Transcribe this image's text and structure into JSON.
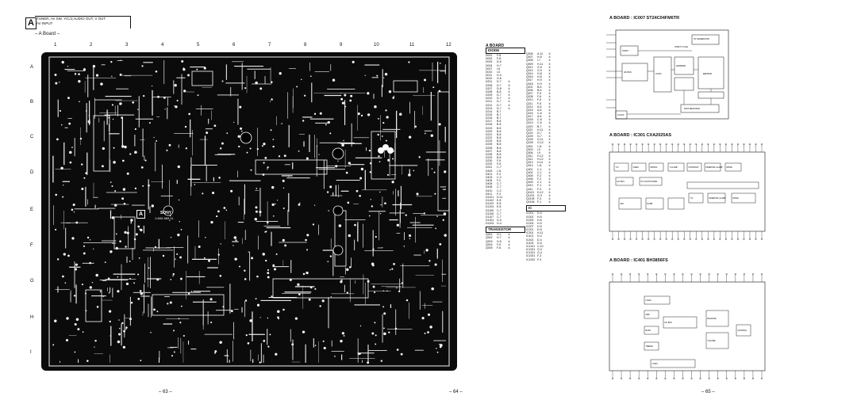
{
  "header": {
    "box_letter": "A",
    "lines": [
      "TUNER, AV SW, Y/C/J,AUDIO OUT, V OUT",
      "AV INPUT"
    ],
    "subtitle": "– A Board –"
  },
  "grid": {
    "columns": [
      "1",
      "2",
      "3",
      "4",
      "5",
      "6",
      "7",
      "8",
      "9",
      "10",
      "11",
      "12"
    ],
    "rows": [
      "A",
      "B",
      "C",
      "D",
      "E",
      "F",
      "G",
      "H",
      "I"
    ]
  },
  "board_marks": {
    "logo": "SONY",
    "part": "1-693-569-11",
    "corner_label": "A"
  },
  "pages": {
    "left": "– 63 –",
    "middle": "– 64 –",
    "right": "– 65 –"
  },
  "parts_table": {
    "title": "A BOARD",
    "diode_header": "DIODE",
    "transistor_header": "TRANSISTOR",
    "ic_header": "IC",
    "diodes": [
      [
        "D001",
        "F-8",
        ""
      ],
      [
        "D002",
        "F-8",
        ""
      ],
      [
        "D003",
        "D-6",
        ""
      ],
      [
        "D004",
        "H-7",
        ""
      ],
      [
        "D007",
        "I-6",
        ""
      ],
      [
        "D010",
        "I-6",
        ""
      ],
      [
        "D011",
        "H-3",
        ""
      ],
      [
        "D012",
        "G-6",
        ""
      ],
      [
        "D201",
        "D-7",
        "①"
      ],
      [
        "D206",
        "D-7",
        "②"
      ],
      [
        "D207",
        "D-8",
        "①"
      ],
      [
        "D208",
        "B-8",
        "①"
      ],
      [
        "D209",
        "D-7",
        "①"
      ],
      [
        "D210",
        "D-7",
        "①"
      ],
      [
        "D211",
        "D-7",
        "①"
      ],
      [
        "D212",
        "D-7",
        "①"
      ],
      [
        "D213",
        "D-7",
        "①"
      ],
      [
        "D214",
        "B-7",
        ""
      ],
      [
        "D215",
        "B-7",
        ""
      ],
      [
        "D216",
        "B-7",
        ""
      ],
      [
        "D217",
        "B-8",
        ""
      ],
      [
        "D218",
        "B-8",
        ""
      ],
      [
        "D219",
        "B-8",
        ""
      ],
      [
        "D220",
        "B-8",
        ""
      ],
      [
        "D221",
        "B-8",
        ""
      ],
      [
        "D222",
        "B-8",
        ""
      ],
      [
        "D223",
        "B-8",
        ""
      ],
      [
        "D225",
        "B-8",
        ""
      ],
      [
        "D226",
        "B-8",
        ""
      ],
      [
        "D227",
        "B-8",
        ""
      ],
      [
        "D228",
        "B-8",
        ""
      ],
      [
        "D229",
        "B-8",
        ""
      ],
      [
        "D230",
        "F-5",
        ""
      ],
      [
        "D232",
        "F-5",
        ""
      ],
      [
        "D241",
        "C-7",
        ""
      ],
      [
        "D303",
        "I-11",
        ""
      ],
      [
        "D401",
        "F-2",
        ""
      ],
      [
        "D403",
        "C-2",
        ""
      ],
      [
        "D405",
        "F-2",
        ""
      ],
      [
        "D406",
        "C-7",
        ""
      ],
      [
        "D408",
        "C-7",
        ""
      ],
      [
        "D410",
        "C-2",
        ""
      ],
      [
        "D411",
        "F-2",
        ""
      ],
      [
        "D1101",
        "D-11",
        ""
      ],
      [
        "D1102",
        "E-8",
        ""
      ],
      [
        "D1103",
        "E-8",
        ""
      ],
      [
        "D1104",
        "E-8",
        ""
      ],
      [
        "D1105",
        "C-7",
        ""
      ],
      [
        "D1106",
        "C-7",
        ""
      ],
      [
        "D1107",
        "C-7",
        ""
      ],
      [
        "D1201",
        "G-3",
        ""
      ],
      [
        "D1203",
        "G-3",
        ""
      ]
    ],
    "transistors": [
      [
        "Q001",
        "G-1",
        "①"
      ],
      [
        "Q002",
        "H-7",
        "①"
      ],
      [
        "Q003",
        "H-5",
        "①"
      ],
      [
        "Q004",
        "F-5",
        "①"
      ],
      [
        "Q005",
        "F-6",
        "①"
      ]
    ],
    "right_list": [
      [
        "Q006",
        "A-11",
        "①"
      ],
      [
        "Q007",
        "H-5",
        "①"
      ],
      [
        "Q008",
        "I-7",
        "①"
      ],
      [
        "Q009",
        "H-11",
        "①"
      ],
      [
        "Q012",
        "G-9",
        "①"
      ],
      [
        "Q013",
        "G-9",
        "①"
      ],
      [
        "Q014",
        "H-8",
        "①"
      ],
      [
        "Q016",
        "H-8",
        "①"
      ],
      [
        "Q017",
        "H-9",
        "①"
      ],
      [
        "Q018",
        "H-9",
        "①"
      ],
      [
        "Q201",
        "B-6",
        "①"
      ],
      [
        "Q206",
        "B-6",
        "①"
      ],
      [
        "Q207",
        "F-5",
        "①"
      ],
      [
        "Q208",
        "F-6",
        "①"
      ],
      [
        "Q210",
        "F-5",
        "①"
      ],
      [
        "Q211",
        "F-5",
        "①"
      ],
      [
        "Q214",
        "A-6",
        "①"
      ],
      [
        "Q215",
        "A-6",
        "①"
      ],
      [
        "Q216",
        "C-6",
        "①"
      ],
      [
        "Q217",
        "A-6",
        "①"
      ],
      [
        "Q218",
        "C-6",
        "①"
      ],
      [
        "Q219",
        "C-6",
        "①"
      ],
      [
        "Q220",
        "B-7",
        "①"
      ],
      [
        "Q221",
        "H-11",
        "①"
      ],
      [
        "Q224",
        "D-7",
        "①"
      ],
      [
        "Q225",
        "G-7",
        "①"
      ],
      [
        "Q226",
        "G-11",
        "①"
      ],
      [
        "Q228",
        "G-12",
        "①"
      ],
      [
        "Q301",
        "I-11",
        "①"
      ],
      [
        "Q303",
        "I-9",
        "①"
      ],
      [
        "Q306",
        "I-9",
        "①"
      ],
      [
        "Q311",
        "H-12",
        "①"
      ],
      [
        "Q312",
        "H-12",
        "①"
      ],
      [
        "Q313",
        "H-11",
        "①"
      ],
      [
        "Q314",
        "I-11",
        "①"
      ],
      [
        "Q401",
        "C-1",
        "①"
      ],
      [
        "Q402",
        "C-1",
        "①"
      ],
      [
        "Q405",
        "F-2",
        "①"
      ],
      [
        "Q406",
        "F-2",
        "①"
      ],
      [
        "Q409",
        "C-1",
        "①"
      ],
      [
        "Q410",
        "F-1",
        "①"
      ],
      [
        "Q411",
        "F-4",
        "①"
      ],
      [
        "Q1101",
        "D-12",
        "①"
      ],
      [
        "Q1201",
        "G-3",
        "①"
      ],
      [
        "Q2105",
        "F-4",
        "①"
      ],
      [
        "Q2106",
        "F-1",
        "①"
      ]
    ],
    "ics": [
      [
        "IC001",
        "D-9",
        ""
      ],
      [
        "IC002",
        "H-5",
        ""
      ],
      [
        "IC003",
        "H-6",
        ""
      ],
      [
        "IC004",
        "H-9",
        ""
      ],
      [
        "IC007",
        "H-9",
        ""
      ],
      [
        "IC201",
        "D-5",
        ""
      ],
      [
        "IC301",
        "H-11",
        ""
      ],
      [
        "IC401",
        "D-4",
        ""
      ],
      [
        "IC402",
        "D-4",
        ""
      ],
      [
        "IC403",
        "D-6",
        ""
      ],
      [
        "IC1101",
        "C-10",
        ""
      ],
      [
        "IC1001",
        "G-3",
        ""
      ],
      [
        "IC1201",
        "G-4",
        ""
      ],
      [
        "IC1001",
        "F-3",
        ""
      ],
      [
        "IC1002",
        "F-3",
        ""
      ]
    ]
  },
  "schematics": [
    {
      "title": "A BOARD : IC007  ST24C04FM6TR",
      "blocks": [
        "START CYCLE",
        "HV GENERATOR TIMING CONTROL",
        "I2C BUS",
        "ADDRESS POINTER",
        "CONTROL LOGIC",
        "EEPROM ARRAY",
        "Y DEC",
        "DATA REGISTER",
        "CLOCK GEN."
      ]
    },
    {
      "title": "A BOARD : IC301  CXA2025AS",
      "blocks": [
        "Y/C",
        "VIDEO",
        "MATRIX",
        "Y-CLAMP",
        "CONTRAST",
        "PEDESTAL CLAMP",
        "DRIVE",
        "I2C BUS",
        "HV COUNT DOWN",
        "AFC",
        "RAMP"
      ]
    },
    {
      "title": "A BOARD : IC401  BH3856FS",
      "blocks": [
        "LOGIC",
        "CONTROL",
        "BASS",
        "TREBLE",
        "I2C BUS",
        "AMP",
        "BALANCE",
        "VOLUME"
      ]
    }
  ]
}
